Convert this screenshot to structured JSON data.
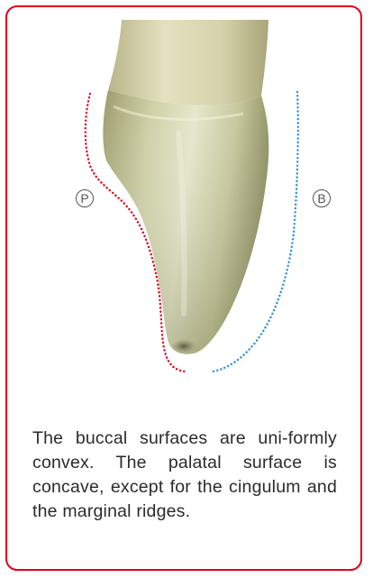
{
  "labels": {
    "palatal": "P",
    "buccal": "B"
  },
  "caption": "The buccal surfaces are uni-formly convex. The palatal surface is concave, except for the cingulum and the marginal ridges.",
  "colors": {
    "frame": "#e0001b",
    "palatal_outline": "#e0001b",
    "buccal_outline": "#2a8fe0"
  }
}
